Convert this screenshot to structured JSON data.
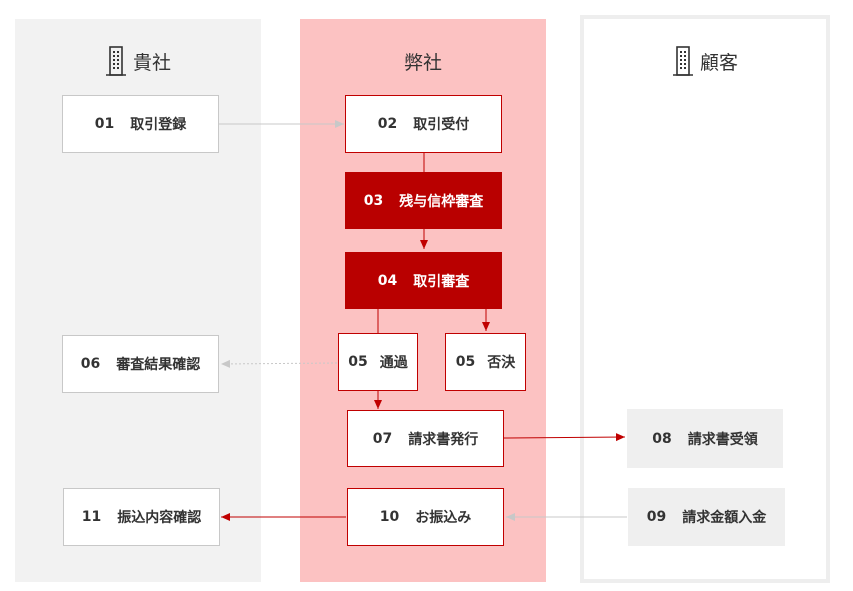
{
  "lanes": {
    "kisha": {
      "title": "貴社",
      "icon": "building-icon"
    },
    "heisha": {
      "title": "弊社"
    },
    "kokyaku": {
      "title": "顧客",
      "icon": "building-icon"
    }
  },
  "steps": {
    "s01": {
      "num": "01",
      "label": "取引登録"
    },
    "s02": {
      "num": "02",
      "label": "取引受付"
    },
    "s03": {
      "num": "03",
      "label": "残与信枠審査"
    },
    "s04": {
      "num": "04",
      "label": "取引審査"
    },
    "s05a": {
      "num": "05",
      "label": "通過"
    },
    "s05b": {
      "num": "05",
      "label": "否決"
    },
    "s06": {
      "num": "06",
      "label": "審査結果確認"
    },
    "s07": {
      "num": "07",
      "label": "請求書発行"
    },
    "s08": {
      "num": "08",
      "label": "請求書受領"
    },
    "s09": {
      "num": "09",
      "label": "請求金額入金"
    },
    "s10": {
      "num": "10",
      "label": "お振込み"
    },
    "s11": {
      "num": "11",
      "label": "振込内容確認"
    }
  },
  "colors": {
    "accent": "#b90000",
    "lane_heisha": "#fcc2c2",
    "lane_kisha": "#f2f2f2",
    "arrow_gray": "#c8c8c8"
  }
}
